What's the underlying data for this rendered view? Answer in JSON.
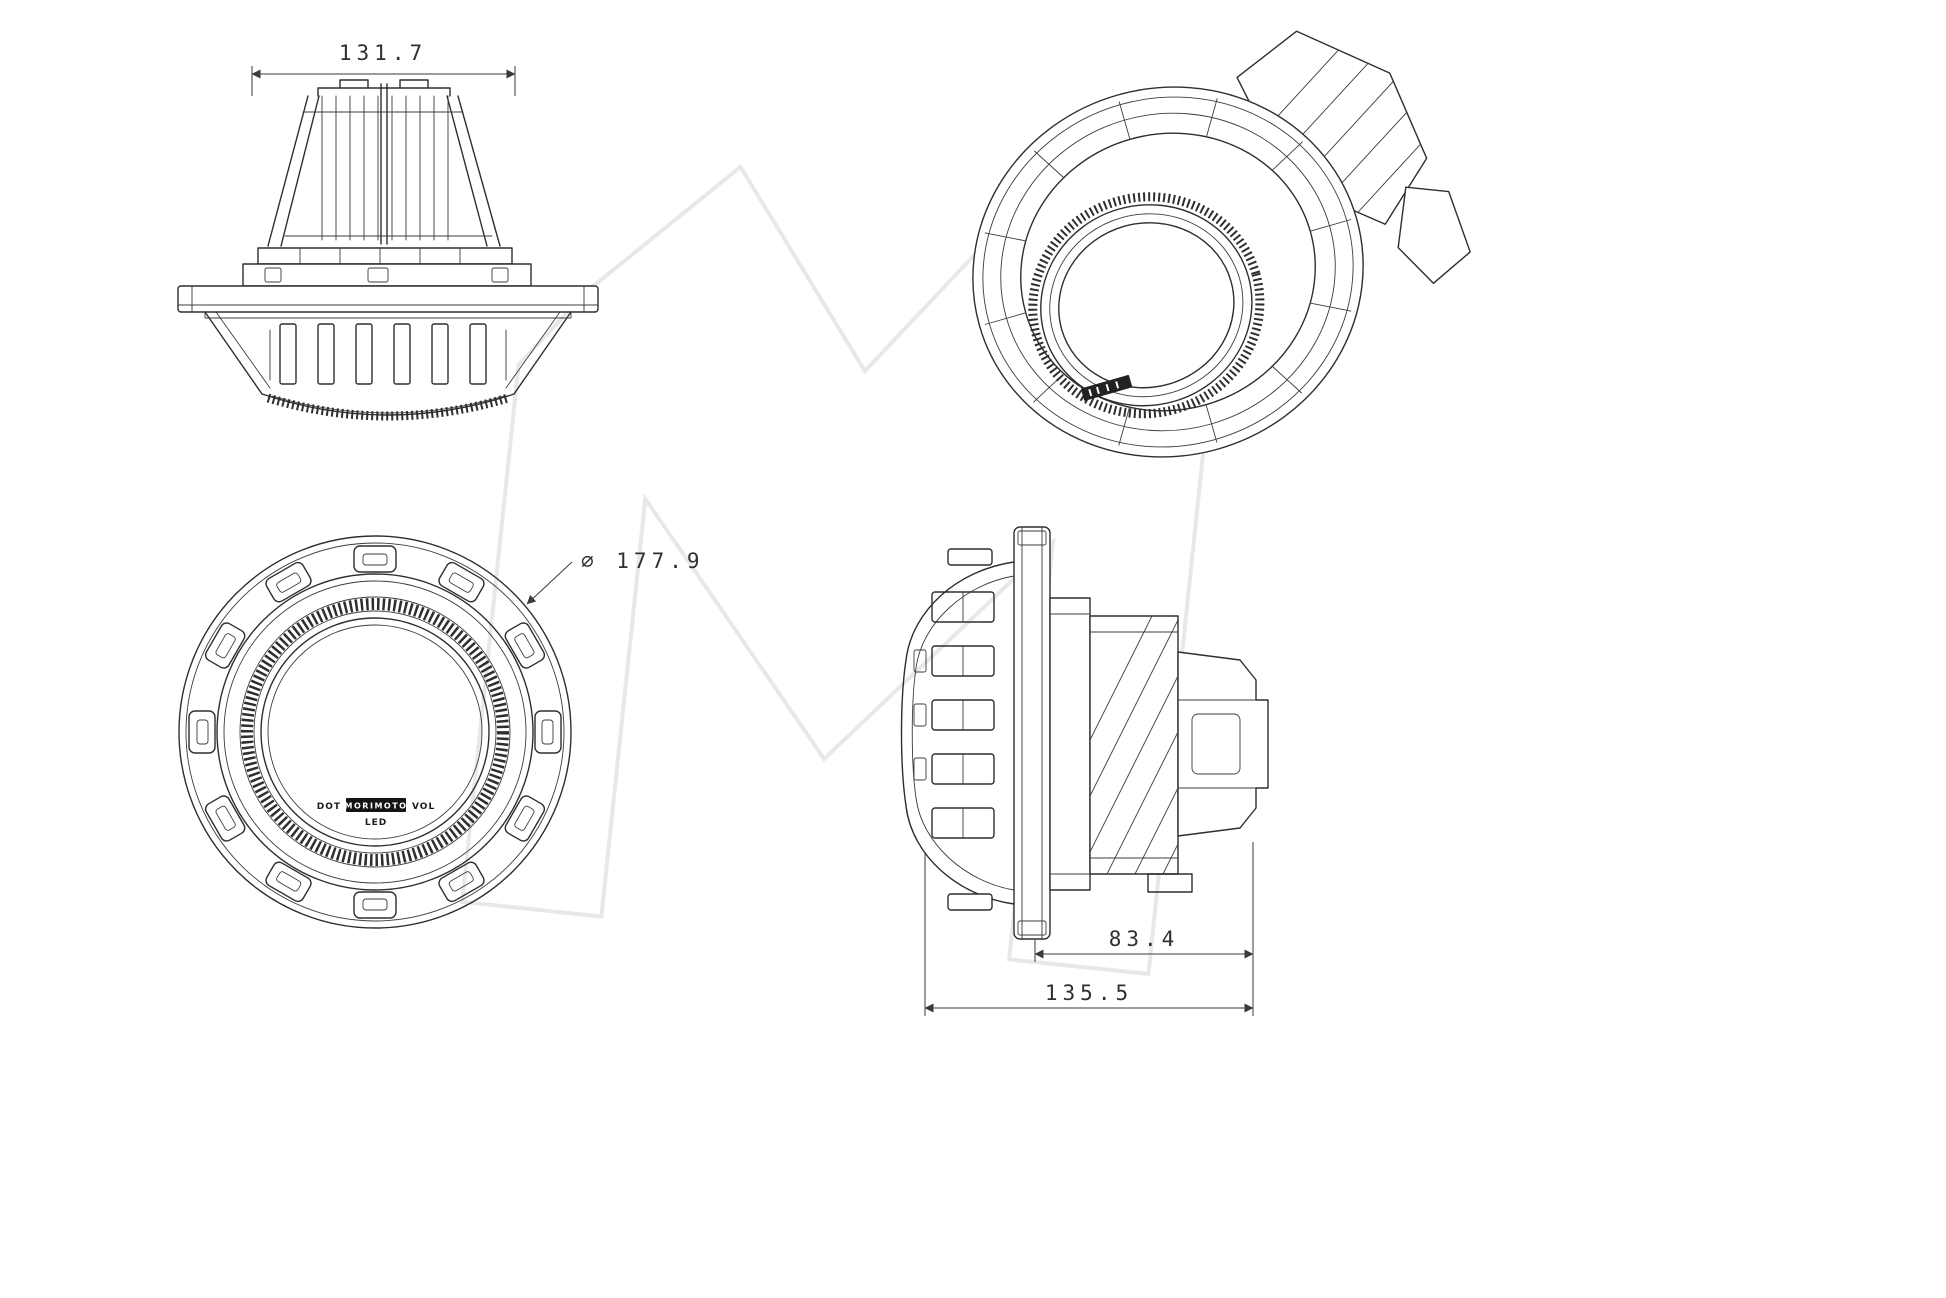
{
  "drawing": {
    "background": "#ffffff",
    "line_color": "#2e2e2e",
    "dimension_color": "#2f2f2f",
    "watermark_color": "#e8e8e8"
  },
  "views": {
    "top": {
      "dimension_width": "131.7"
    },
    "isometric": {},
    "front": {
      "dimension_diameter": "⌀ 177.9",
      "lens_markings": {
        "dot": "DOT",
        "brand": "MORIMOTO",
        "vol": "VOL",
        "led": "LED"
      }
    },
    "side": {
      "dimension_depth": "83.4",
      "dimension_overall": "135.5"
    }
  }
}
